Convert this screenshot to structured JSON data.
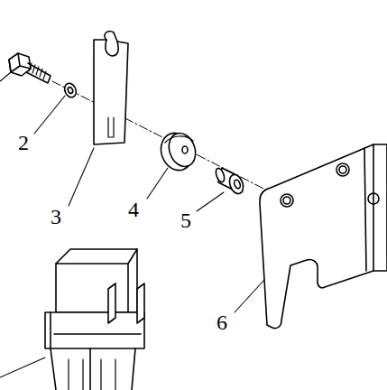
{
  "diagram": {
    "labels": [
      "2",
      "3",
      "4",
      "5",
      "6"
    ]
  }
}
